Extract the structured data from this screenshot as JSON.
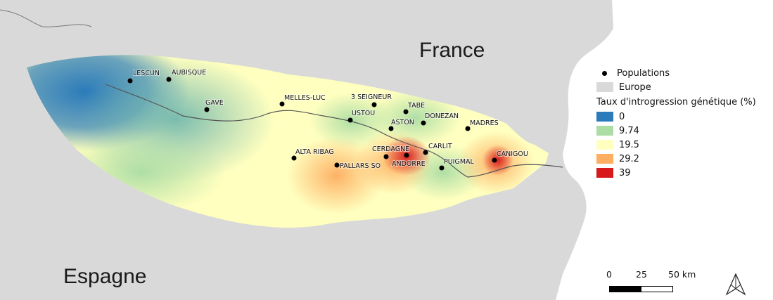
{
  "map": {
    "country_north": "France",
    "country_south": "Espagne"
  },
  "legend": {
    "populations_label": "Populations",
    "europe_label": "Europe",
    "gradient_title": "Taux d'introgression génétique (%)",
    "classes": [
      {
        "label": "0",
        "color": "#2b7bba"
      },
      {
        "label": "9.74",
        "color": "#abdda4"
      },
      {
        "label": "19.5",
        "color": "#ffffbf"
      },
      {
        "label": "29.2",
        "color": "#fdae61"
      },
      {
        "label": "39",
        "color": "#d7191c"
      }
    ]
  },
  "scale": {
    "ticks": [
      "0",
      "25",
      "50 km"
    ]
  },
  "populations": [
    {
      "name": "LESCUN",
      "introgression": 0
    },
    {
      "name": "AUBISQUE",
      "introgression": 1
    },
    {
      "name": "GAVE",
      "introgression": 6
    },
    {
      "name": "MELLES-LUC",
      "introgression": 12
    },
    {
      "name": "3 SEIGNEUR",
      "introgression": 14
    },
    {
      "name": "USTOU",
      "introgression": 11
    },
    {
      "name": "TABE",
      "introgression": 10
    },
    {
      "name": "ASTON",
      "introgression": 9
    },
    {
      "name": "DONEZAN",
      "introgression": 9
    },
    {
      "name": "MADRES",
      "introgression": 16
    },
    {
      "name": "ALTA RIBAG",
      "introgression": 20
    },
    {
      "name": "PALLARS SO",
      "introgression": 30
    },
    {
      "name": "CERDAGNE",
      "introgression": 32
    },
    {
      "name": "ANDORRE",
      "introgression": 39
    },
    {
      "name": "CARLIT",
      "introgression": 25
    },
    {
      "name": "PUIGMAL",
      "introgression": 14
    },
    {
      "name": "CANIGOU",
      "introgression": 36
    }
  ]
}
